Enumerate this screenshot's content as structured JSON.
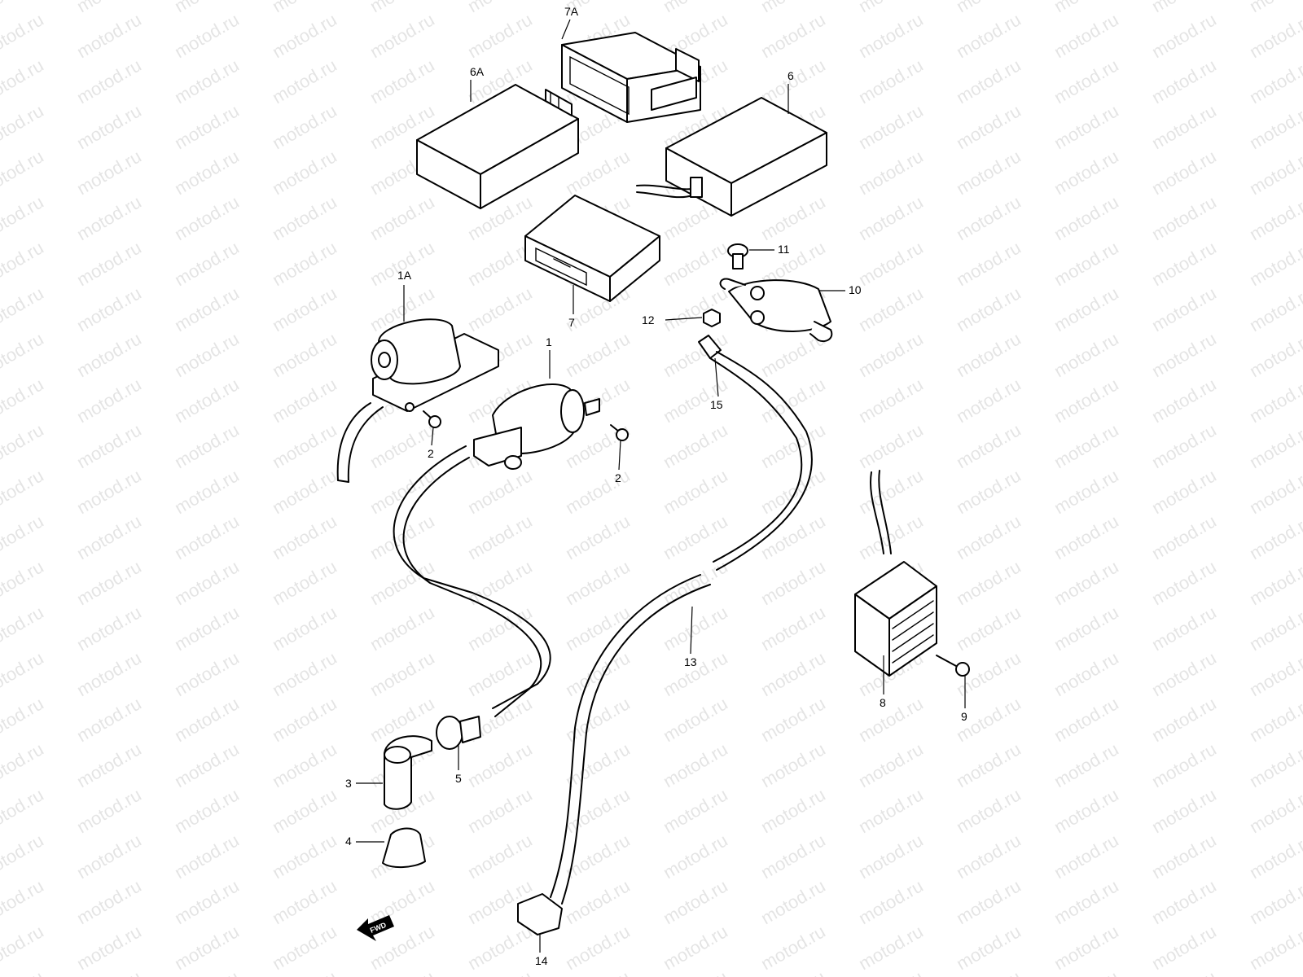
{
  "watermark": "motod.ru",
  "parts": [
    {
      "id": "1",
      "label": "1"
    },
    {
      "id": "1A",
      "label": "1A"
    },
    {
      "id": "2a",
      "label": "2"
    },
    {
      "id": "2b",
      "label": "2"
    },
    {
      "id": "3",
      "label": "3"
    },
    {
      "id": "4",
      "label": "4"
    },
    {
      "id": "5",
      "label": "5"
    },
    {
      "id": "6",
      "label": "6"
    },
    {
      "id": "6A",
      "label": "6A"
    },
    {
      "id": "7",
      "label": "7"
    },
    {
      "id": "7A",
      "label": "7A"
    },
    {
      "id": "8",
      "label": "8"
    },
    {
      "id": "9",
      "label": "9"
    },
    {
      "id": "10",
      "label": "10"
    },
    {
      "id": "11",
      "label": "11"
    },
    {
      "id": "12",
      "label": "12"
    },
    {
      "id": "13",
      "label": "13"
    },
    {
      "id": "14",
      "label": "14"
    },
    {
      "id": "15",
      "label": "15"
    }
  ],
  "direction_badge": "FWD",
  "colors": {
    "line": "#000000",
    "background": "#ffffff"
  }
}
